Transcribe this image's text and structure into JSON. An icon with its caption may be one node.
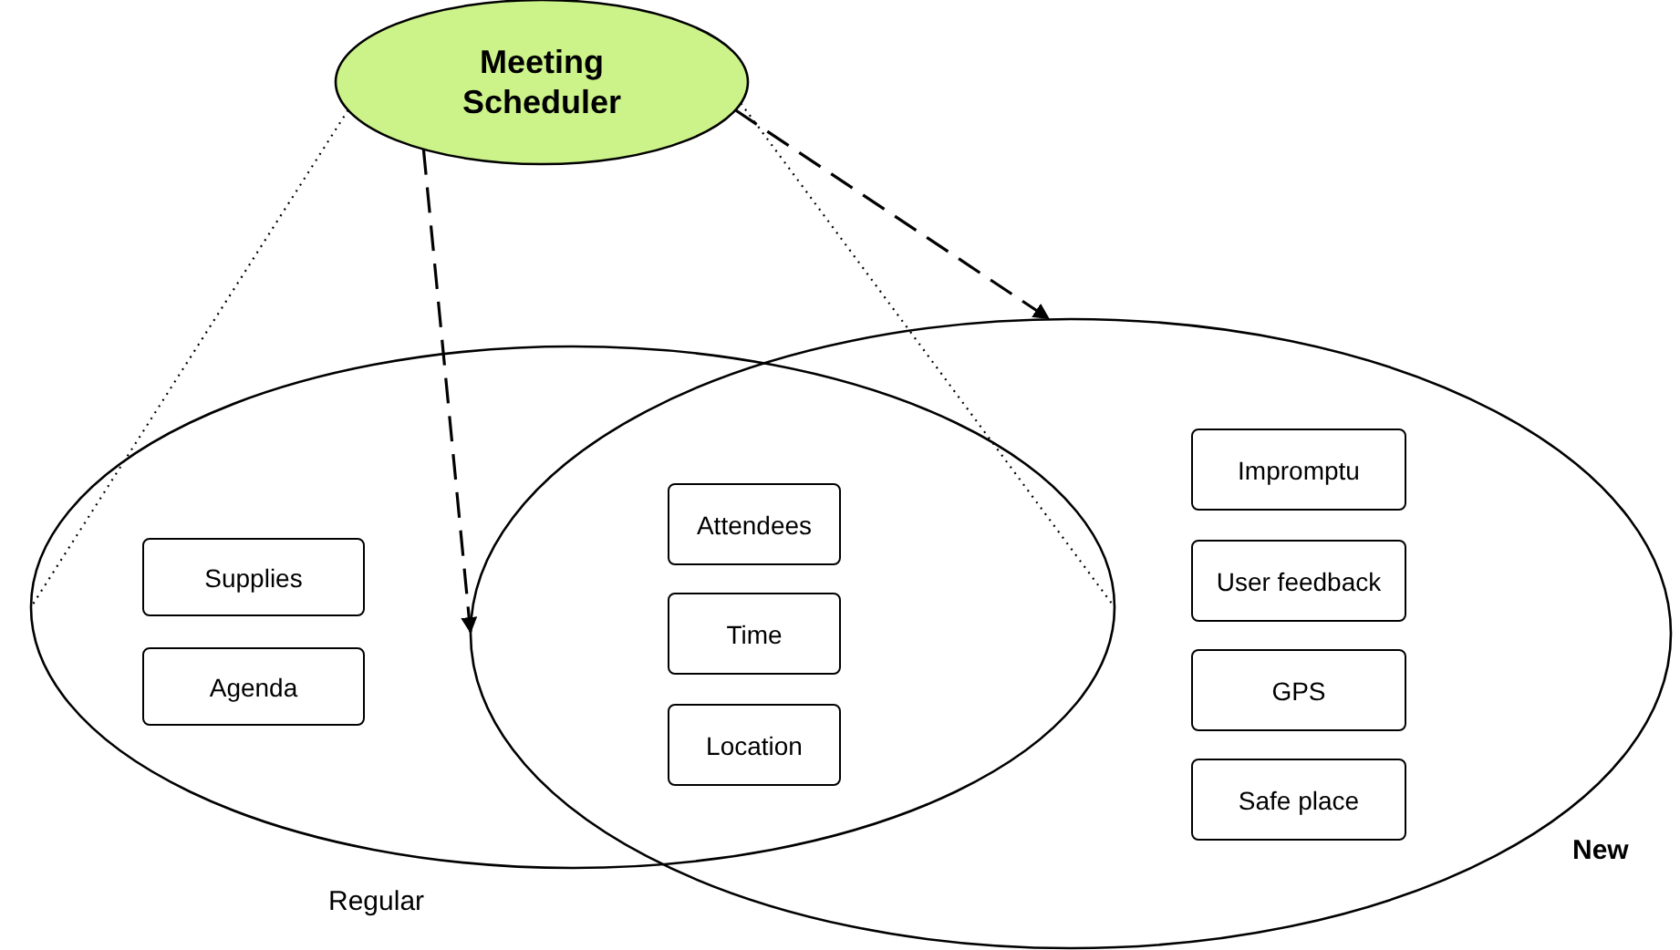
{
  "diagram": {
    "nodes": [
      {
        "text": [
          "Meeting Scheduler"
        ]
      },
      {
        "text": [],
        "shape": "circle",
        "beside": [
          "Regular"
        ]
      },
      {
        "text": [],
        "shape": "circle",
        "beside": [
          "New"
        ]
      },
      {
        "text": [
          "Supplies"
        ],
        "in": 1
      },
      {
        "text": [
          "Agenda"
        ],
        "in": 1
      },
      {
        "text": [
          "Attendees"
        ]
      },
      {
        "text": [
          "Time"
        ]
      },
      {
        "text": [
          "Location"
        ]
      },
      {
        "text": [
          "Impromptu"
        ],
        "in": 2
      },
      {
        "text": [
          "User feedback"
        ],
        "in": 2
      },
      {
        "text": [
          "GPS"
        ],
        "in": 2
      },
      {
        "text": [
          "Safe place"
        ],
        "in": 2
      }
    ],
    "edges": [
      {
        "from": 0,
        "to": 2,
        "arrow": "to",
        "style": "dashed"
      },
      {
        "from": 0,
        "to": 2,
        "arrow": "to",
        "style": "dashed"
      },
      {
        "from": 0,
        "to": 1,
        "arrow": "none"
      },
      {
        "from": 0,
        "to": 1,
        "arrow": "none"
      }
    ]
  }
}
